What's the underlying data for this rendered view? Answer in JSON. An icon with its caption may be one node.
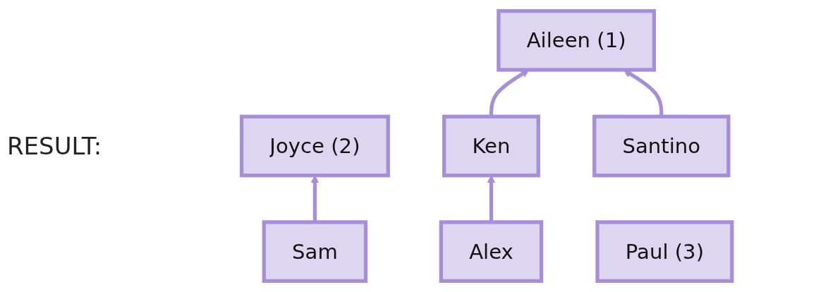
{
  "diagram": {
    "nodes": [
      {
        "text": [
          "Joyce (2)"
        ]
      },
      {
        "text": [
          "Sam"
        ]
      },
      {
        "text": [
          "Aileen (1)"
        ]
      },
      {
        "text": [
          "Ken"
        ]
      },
      {
        "text": [
          "Santino"
        ]
      },
      {
        "text": [
          "Alex"
        ]
      },
      {
        "text": [
          "Paul (3)"
        ]
      }
    ],
    "edges": [
      {
        "from": 1,
        "to": 0,
        "arrow": "to"
      },
      {
        "from": 3,
        "to": 2,
        "arrow": "to"
      },
      {
        "from": 4,
        "to": 2,
        "arrow": "to"
      },
      {
        "from": 5,
        "to": 3,
        "arrow": "to"
      }
    ],
    "labels": [
      "RESULT:"
    ]
  }
}
